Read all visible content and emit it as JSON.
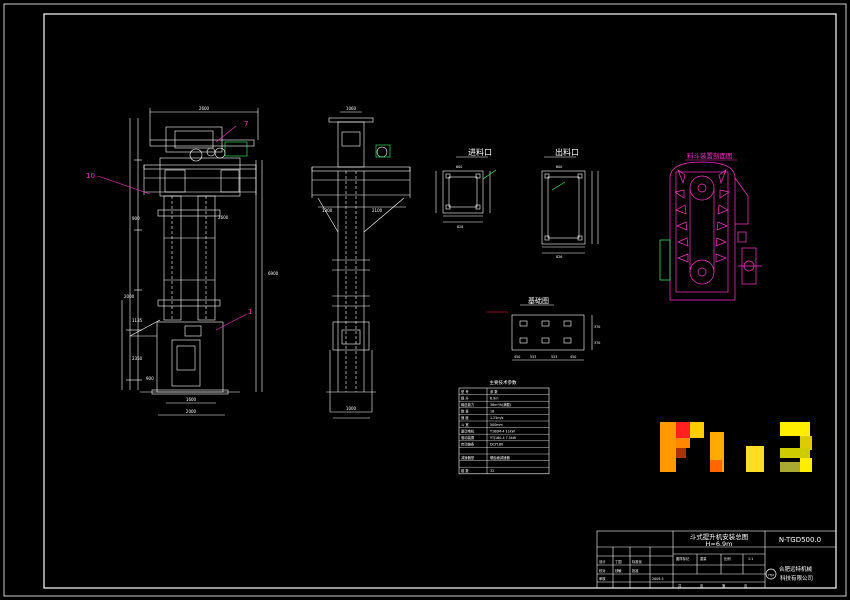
{
  "drawing": {
    "title_line1": "斗式提升机安装总图",
    "title_line2": "H=6.9m",
    "drawing_no": "N-TGD500.0",
    "company_line1": "合肥远特机械",
    "company_line2": "科技有限公司",
    "company_mark": "YTJX"
  },
  "views": {
    "inlet_title": "进料口",
    "outlet_title": "出料口",
    "bucket_section_title": "料斗装置剖面图",
    "foundation_title": "基础图",
    "specs_title": "主要技术参数"
  },
  "callouts": {
    "c7": "7",
    "c10": "10",
    "c1": "1"
  },
  "dims": {
    "front_width_top": "2600",
    "front_width_bottom": "2000",
    "front_width_base": "1600",
    "front_height_total": "6900",
    "front_h1": "900",
    "front_h2": "2000",
    "front_h3": "1135",
    "front_h4": "2350",
    "front_h5": "900",
    "front_mid": "2600",
    "side_top": "1060",
    "side_mid": "1300",
    "side_mid2": "2100",
    "side_base": "1000",
    "inlet_w": "600",
    "inlet_w2": "828",
    "outlet_w": "600",
    "outlet_w2": "826",
    "found_a": "450",
    "found_b": "553",
    "found_c": "553",
    "found_d": "450",
    "found_e": "370",
    "found_f": "370"
  },
  "specs_rows": [
    {
      "k": "型  号",
      "v": "参  数"
    },
    {
      "k": "提  升",
      "v": "6.9m"
    },
    {
      "k": "输送能力",
      "v": "38m³/h(满载)"
    },
    {
      "k": "数  量",
      "v": "16"
    },
    {
      "k": "速  度",
      "v": "1.25m/s"
    },
    {
      "k": "斗  宽",
      "v": "500mm"
    },
    {
      "k": "驱动电机",
      "v": "Y160M-4 11kW"
    },
    {
      "k": "驱动装置",
      "v": "YTJ160-4 7.5kW"
    },
    {
      "k": "传动链条",
      "v": "DCY180"
    },
    {
      "k": "",
      "v": ""
    },
    {
      "k": "减速器型",
      "v": "硬齿面减速器"
    },
    {
      "k": "",
      "v": ""
    },
    {
      "k": "链  数",
      "v": "32"
    }
  ],
  "title_block": {
    "r1": [
      "设计",
      "丁国",
      "标准化"
    ],
    "r2": [
      "校对",
      "钱敏",
      "批准"
    ],
    "r3": [
      "审核",
      "",
      "2009.5"
    ],
    "labels": [
      "图样标记",
      "重量",
      "比例"
    ],
    "scale": "1:1",
    "sheet": [
      "共",
      "页",
      "第",
      "页"
    ]
  },
  "colors": {
    "line": "#ffffff",
    "magenta": "#ff33cc",
    "green": "#33ff66",
    "red": "#ff2020",
    "yellow": "#ffee00"
  },
  "icons": {
    "mosaic": "pixelated-watermark-block"
  }
}
